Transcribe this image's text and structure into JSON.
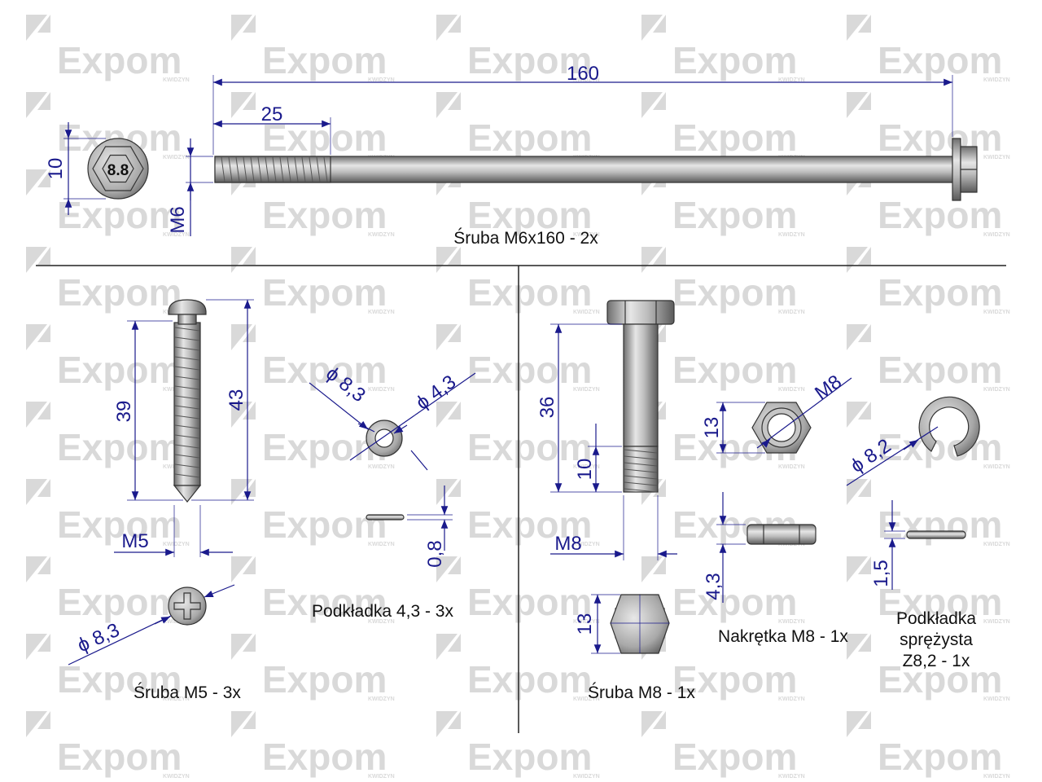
{
  "watermark": {
    "brand": "Expom",
    "sub": "KWIDZYN",
    "color": "#d9d9d9"
  },
  "colors": {
    "dimension": "#1a1a8c",
    "caption": "#111111",
    "metal": "#9a9a9a"
  },
  "bolt_m6": {
    "caption": "Śruba M6x160 - 2x",
    "length": "160",
    "thread": "25",
    "head": "10",
    "diameter": "M6",
    "grade": "8.8"
  },
  "screw_m5": {
    "caption": "Śruba M5 - 3x",
    "length_thread": "39",
    "length_total": "43",
    "diameter": "M5",
    "head_diameter": "ϕ 8,3"
  },
  "washer_43": {
    "caption": "Podkładka 4,3 - 3x",
    "outer": "ϕ 8,3",
    "inner": "ϕ 4,3",
    "thickness": "0,8"
  },
  "bolt_m8": {
    "caption": "Śruba M8 - 1x",
    "length": "36",
    "thread": "10",
    "diameter": "M8",
    "head": "13"
  },
  "nut_m8": {
    "caption": "Nakrętka M8 - 1x",
    "size": "13",
    "thread": "M8",
    "height": "4,3"
  },
  "spring_washer": {
    "caption_l1": "Podkładka",
    "caption_l2": "sprężysta",
    "caption_l3": "Z8,2 - 1x",
    "diameter": "ϕ 8,2",
    "thickness": "1,5"
  }
}
